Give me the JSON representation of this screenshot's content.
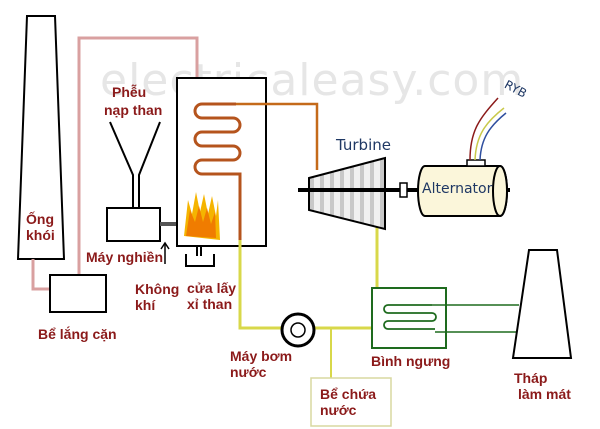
{
  "watermark": "electricaleasy.com",
  "labels": {
    "hopper": [
      "Phễu",
      "nạp than"
    ],
    "chimney": [
      "Ống",
      "khói"
    ],
    "crusher": "Máy nghiền",
    "air": [
      "Không",
      "khí"
    ],
    "ash_door": [
      "cửa lấy",
      "xỉ than"
    ],
    "settling_tank": "Bể lắng cặn",
    "pump": [
      "Máy bơm",
      "nước"
    ],
    "water_tank": [
      "Bể chứa",
      "nước"
    ],
    "condenser": "Bình ngưng",
    "cooling_tower": [
      "Tháp",
      "làm mát"
    ],
    "turbine": "Turbine",
    "alternator": "Alternator",
    "phases": "RYB"
  },
  "colors": {
    "label_text": "#8b1a1a",
    "flue_pipe": "#d9a0a0",
    "steam_pipe": "#b5651d",
    "water_pipe": "#d8d84a",
    "condenser": "#1e6b1e",
    "turbine_text": "#1f3864"
  }
}
